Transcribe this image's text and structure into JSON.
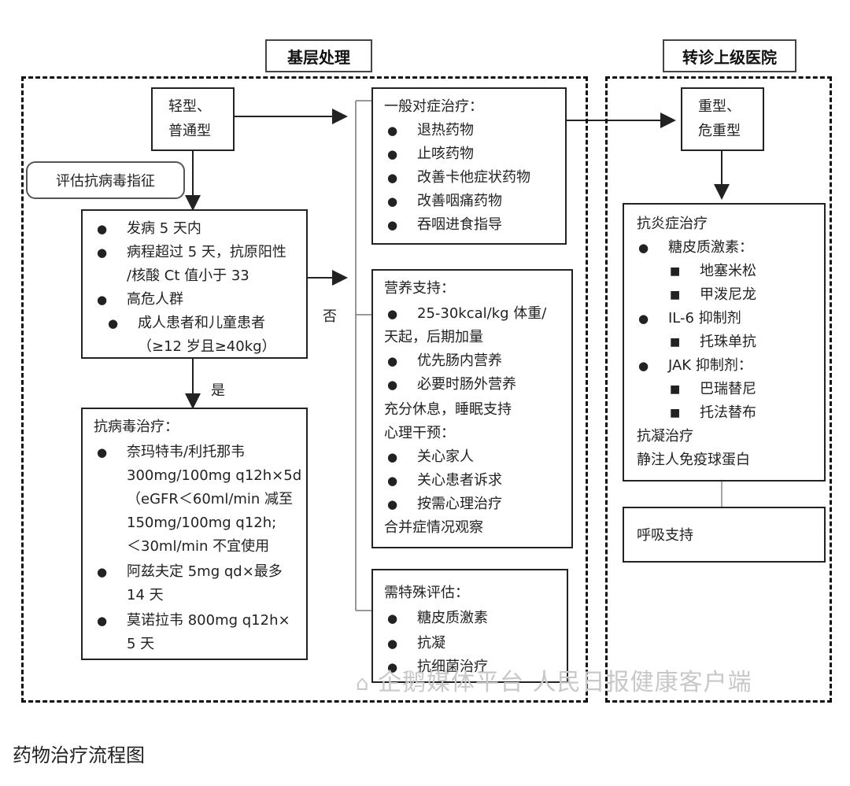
{
  "headers": {
    "left": "基层处理",
    "right": "转诊上级医院"
  },
  "mild_box": [
    "轻型、",
    "普通型"
  ],
  "assess_label": "评估抗病毒指征",
  "criteria": [
    "发病 5 天内",
    "病程超过 5 天，抗原阳性",
    "/核酸 Ct 值小于 33",
    "高危人群",
    "成人患者和儿童患者",
    "（≥12 岁且≥40kg）"
  ],
  "no_label": "否",
  "yes_label": "是",
  "antiviral": {
    "title": "抗病毒治疗：",
    "lines": [
      "奈玛特韦/利托那韦",
      "300mg/100mg q12h×5d",
      "（eGFR＜60ml/min 减至",
      "150mg/100mg q12h;",
      "＜30ml/min 不宜使用",
      "阿兹夫定  5mg qd×最多",
      "14 天",
      "莫诺拉韦  800mg q12h×",
      "5 天"
    ]
  },
  "symptomatic": {
    "title": "一般对症治疗：",
    "items": [
      "退热药物",
      "止咳药物",
      "改善卡他症状药物",
      "改善咽痛药物",
      "吞咽进食指导"
    ]
  },
  "nutrition": {
    "lines": [
      "营养支持：",
      "25-30kcal/kg 体重/",
      "天起，后期加量",
      "优先肠内营养",
      "必要时肠外营养",
      "充分休息，睡眠支持",
      "心理干预：",
      "关心家人",
      "关心患者诉求",
      "按需心理治疗",
      "合并症情况观察"
    ]
  },
  "special": {
    "title": "需特殊评估：",
    "items": [
      "糖皮质激素",
      "抗凝",
      "抗细菌治疗"
    ]
  },
  "severe_box": [
    "重型、",
    "危重型"
  ],
  "anti_inflammatory": {
    "lines": [
      "抗炎症治疗",
      "糖皮质激素：",
      "地塞米松",
      "甲泼尼龙",
      "IL-6 抑制剂",
      "托珠单抗",
      "JAK 抑制剂：",
      "巴瑞替尼",
      "托法替布",
      "抗凝治疗",
      "静注人免疫球蛋白"
    ]
  },
  "respiratory": "呼吸支持",
  "watermark": "企鹅媒体平台 人民日报健康客户端",
  "caption": "药物治疗流程图",
  "colors": {
    "line": "#222222",
    "watermark": "#c8c8c8"
  }
}
